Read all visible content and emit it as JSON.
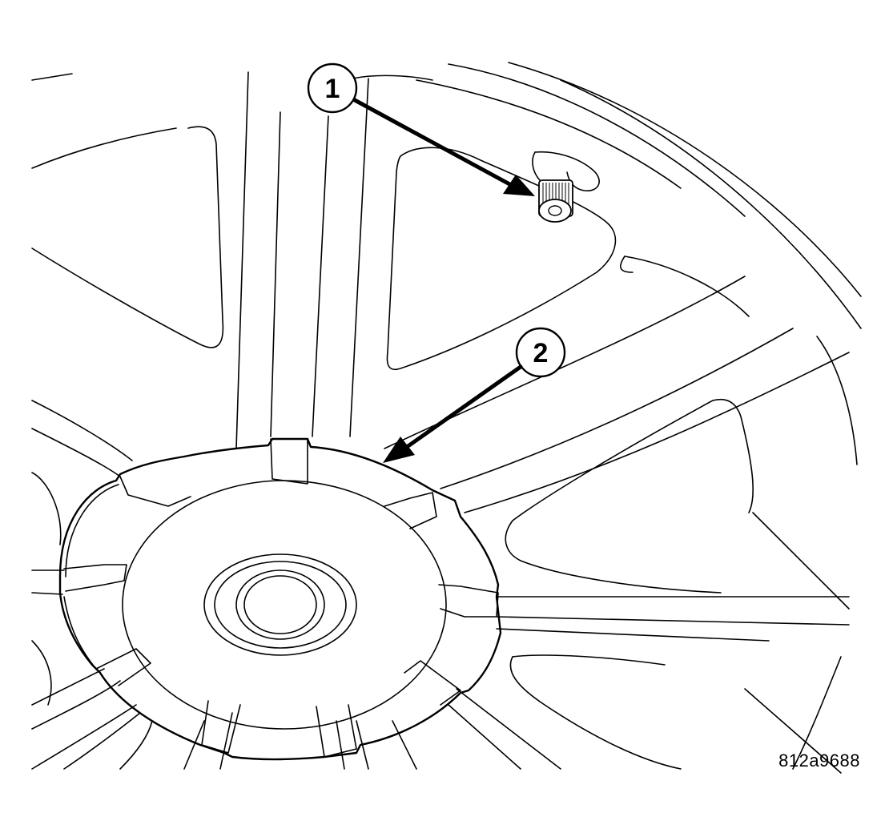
{
  "callouts": [
    {
      "number": "1",
      "target": "tire-valve-stem"
    },
    {
      "number": "2",
      "target": "wheel-center-cap"
    }
  ],
  "figure_id": "812a9688",
  "colors": {
    "ink": "#000000",
    "paper": "#ffffff"
  }
}
